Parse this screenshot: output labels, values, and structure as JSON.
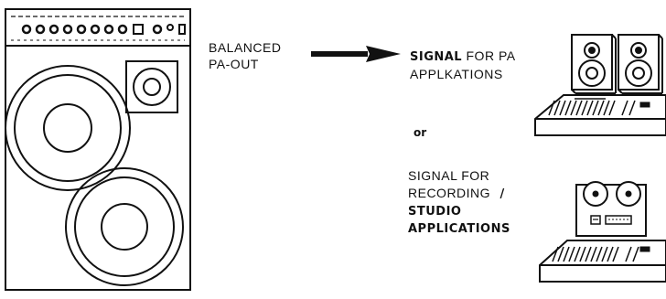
{
  "left_label": {
    "line1": "BALANCED",
    "line2": "PA-OUT"
  },
  "top_signal": {
    "bold": "SIGNAL",
    "rest": " FOR PA",
    "line2": "APPLKATIONS"
  },
  "or_text": "or",
  "bottom_signal": {
    "line1": "SIGNAL FOR",
    "line2": "RECORDING",
    "slash": "/",
    "line3": "STUDIO",
    "line4": "APPLICATIONS"
  }
}
